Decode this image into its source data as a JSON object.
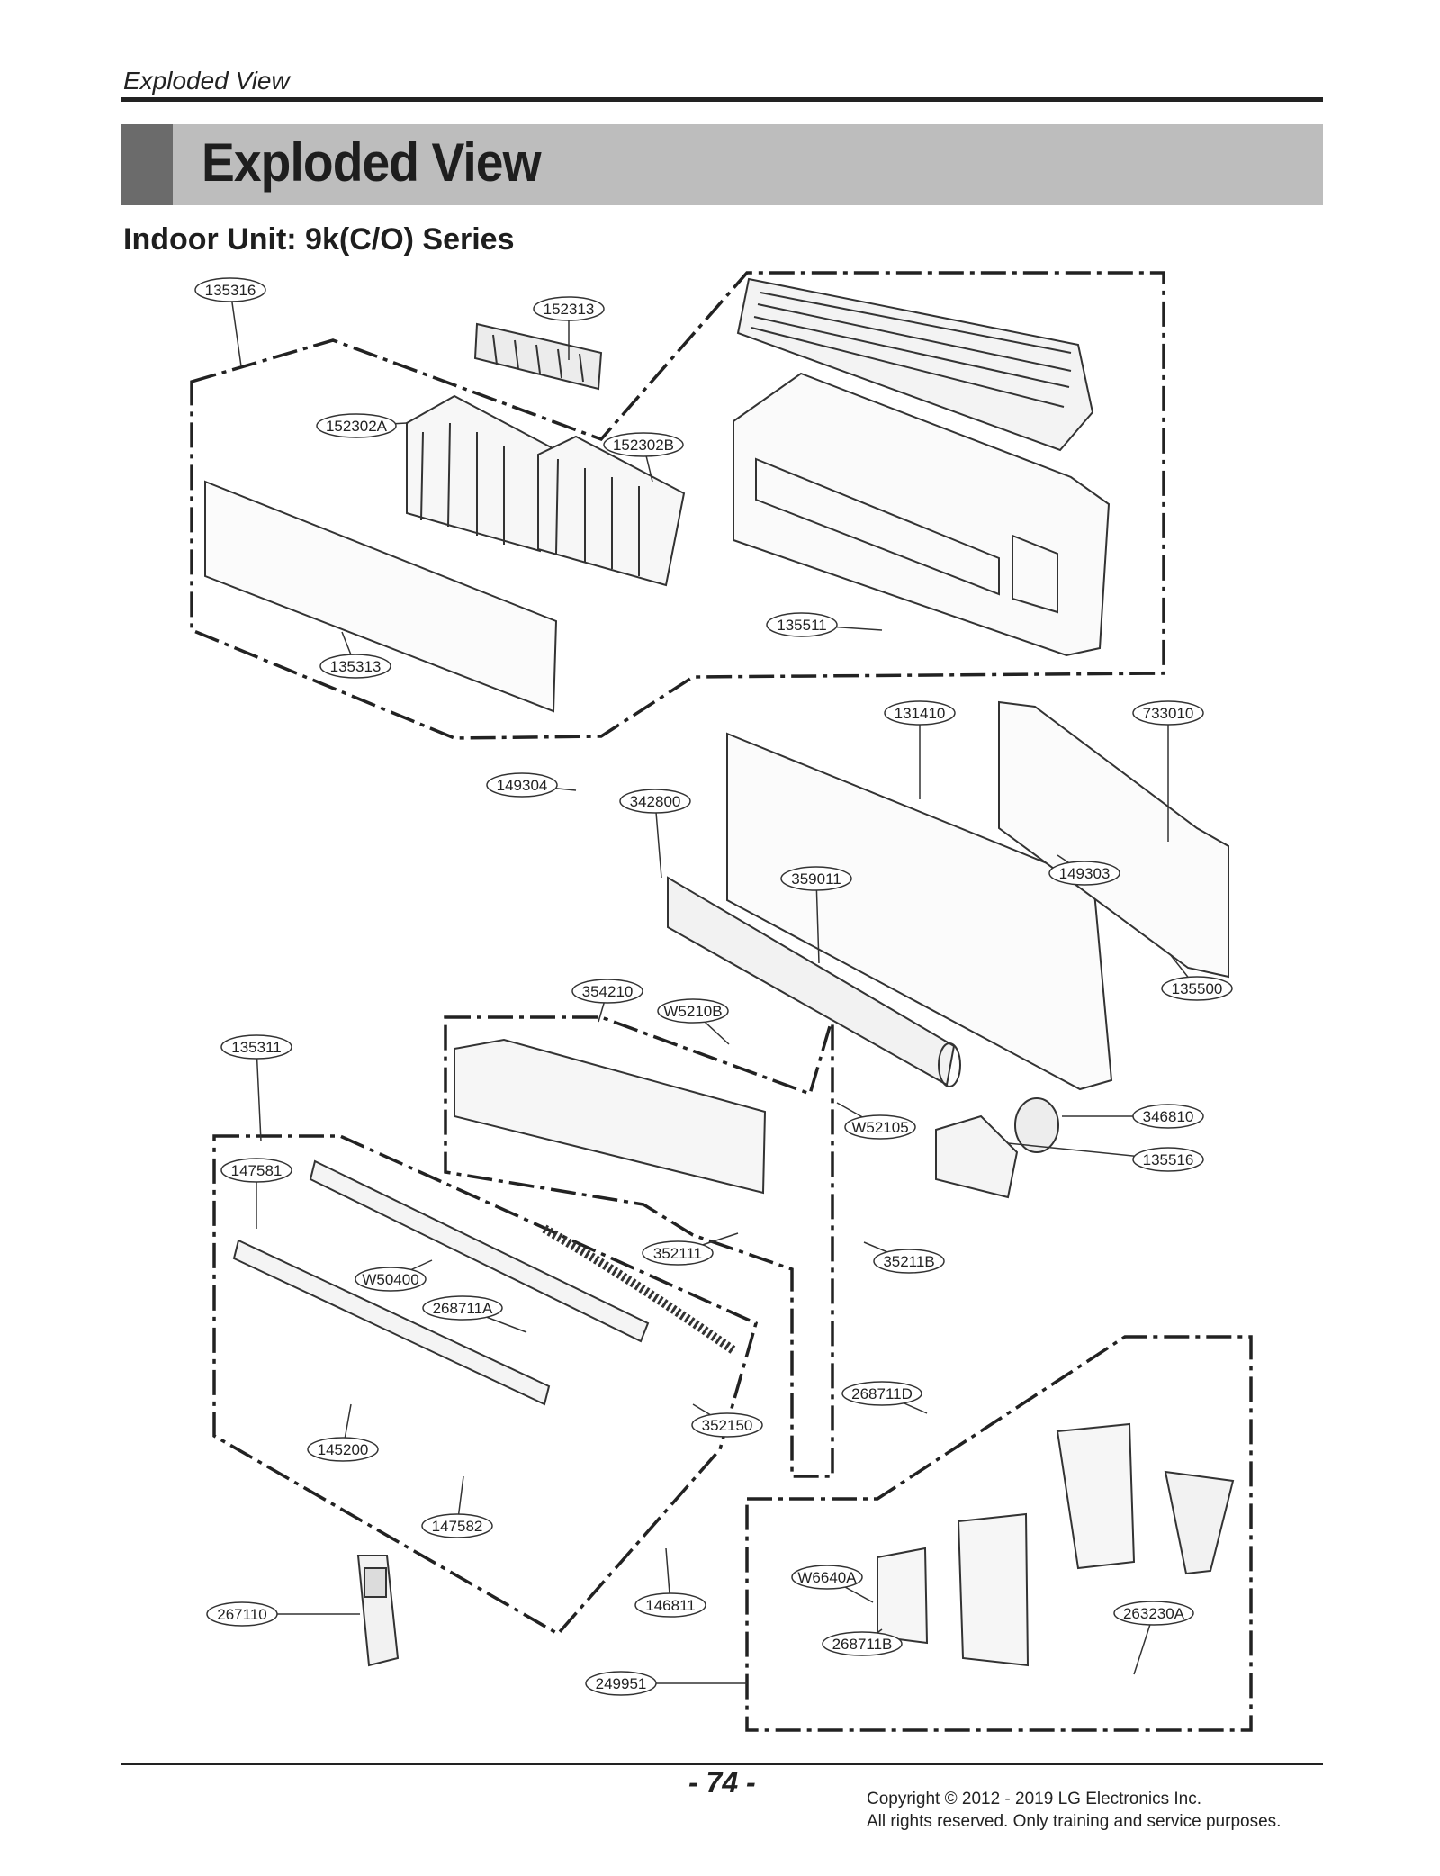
{
  "header": {
    "running_title": "Exploded View",
    "title": "Exploded View"
  },
  "section": {
    "heading": "Indoor Unit: 9k(C/O) Series"
  },
  "parts": [
    {
      "id": "135316"
    },
    {
      "id": "152313"
    },
    {
      "id": "152302A"
    },
    {
      "id": "152302B"
    },
    {
      "id": "135511"
    },
    {
      "id": "135313"
    },
    {
      "id": "131410"
    },
    {
      "id": "733010"
    },
    {
      "id": "149304"
    },
    {
      "id": "342800"
    },
    {
      "id": "359011"
    },
    {
      "id": "149303"
    },
    {
      "id": "135500"
    },
    {
      "id": "354210"
    },
    {
      "id": "W5210B"
    },
    {
      "id": "135311"
    },
    {
      "id": "W52105"
    },
    {
      "id": "346810"
    },
    {
      "id": "135516"
    },
    {
      "id": "147581"
    },
    {
      "id": "352111"
    },
    {
      "id": "35211B"
    },
    {
      "id": "W50400"
    },
    {
      "id": "268711A"
    },
    {
      "id": "352150"
    },
    {
      "id": "268711D"
    },
    {
      "id": "145200"
    },
    {
      "id": "147582"
    },
    {
      "id": "W6640A"
    },
    {
      "id": "263230A"
    },
    {
      "id": "146811"
    },
    {
      "id": "267110"
    },
    {
      "id": "268711B"
    },
    {
      "id": "249951"
    }
  ],
  "footer": {
    "page_number": "- 74 -",
    "copyright_line1": "Copyright © 2012 - 2019 LG Electronics Inc.",
    "copyright_line2": "All rights reserved. Only training and service purposes."
  }
}
